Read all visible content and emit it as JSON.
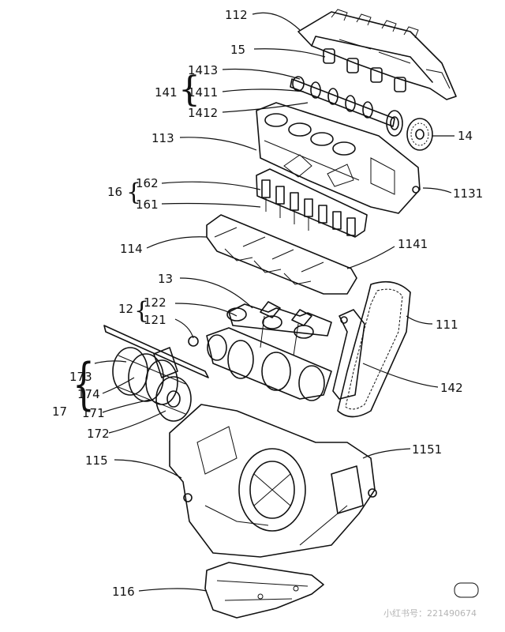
{
  "labels": {
    "l112": "112",
    "l15": "15",
    "l141": "141",
    "l1413": "1413",
    "l1411": "1411",
    "l1412": "1412",
    "l14": "14",
    "l113": "113",
    "l1131": "1131",
    "l16": "16",
    "l162": "162",
    "l161": "161",
    "l114": "114",
    "l1141": "1141",
    "l13": "13",
    "l12": "12",
    "l122": "122",
    "l121": "121",
    "l111": "111",
    "l142": "142",
    "l17": "17",
    "l173": "173",
    "l174": "174",
    "l171": "171",
    "l172": "172",
    "l115": "115",
    "l1151": "1151",
    "l116": "116"
  },
  "watermark": "小红书号：221490674",
  "colors": {
    "line": "#111111",
    "background": "#ffffff",
    "watermark": "#b5b5b5"
  }
}
